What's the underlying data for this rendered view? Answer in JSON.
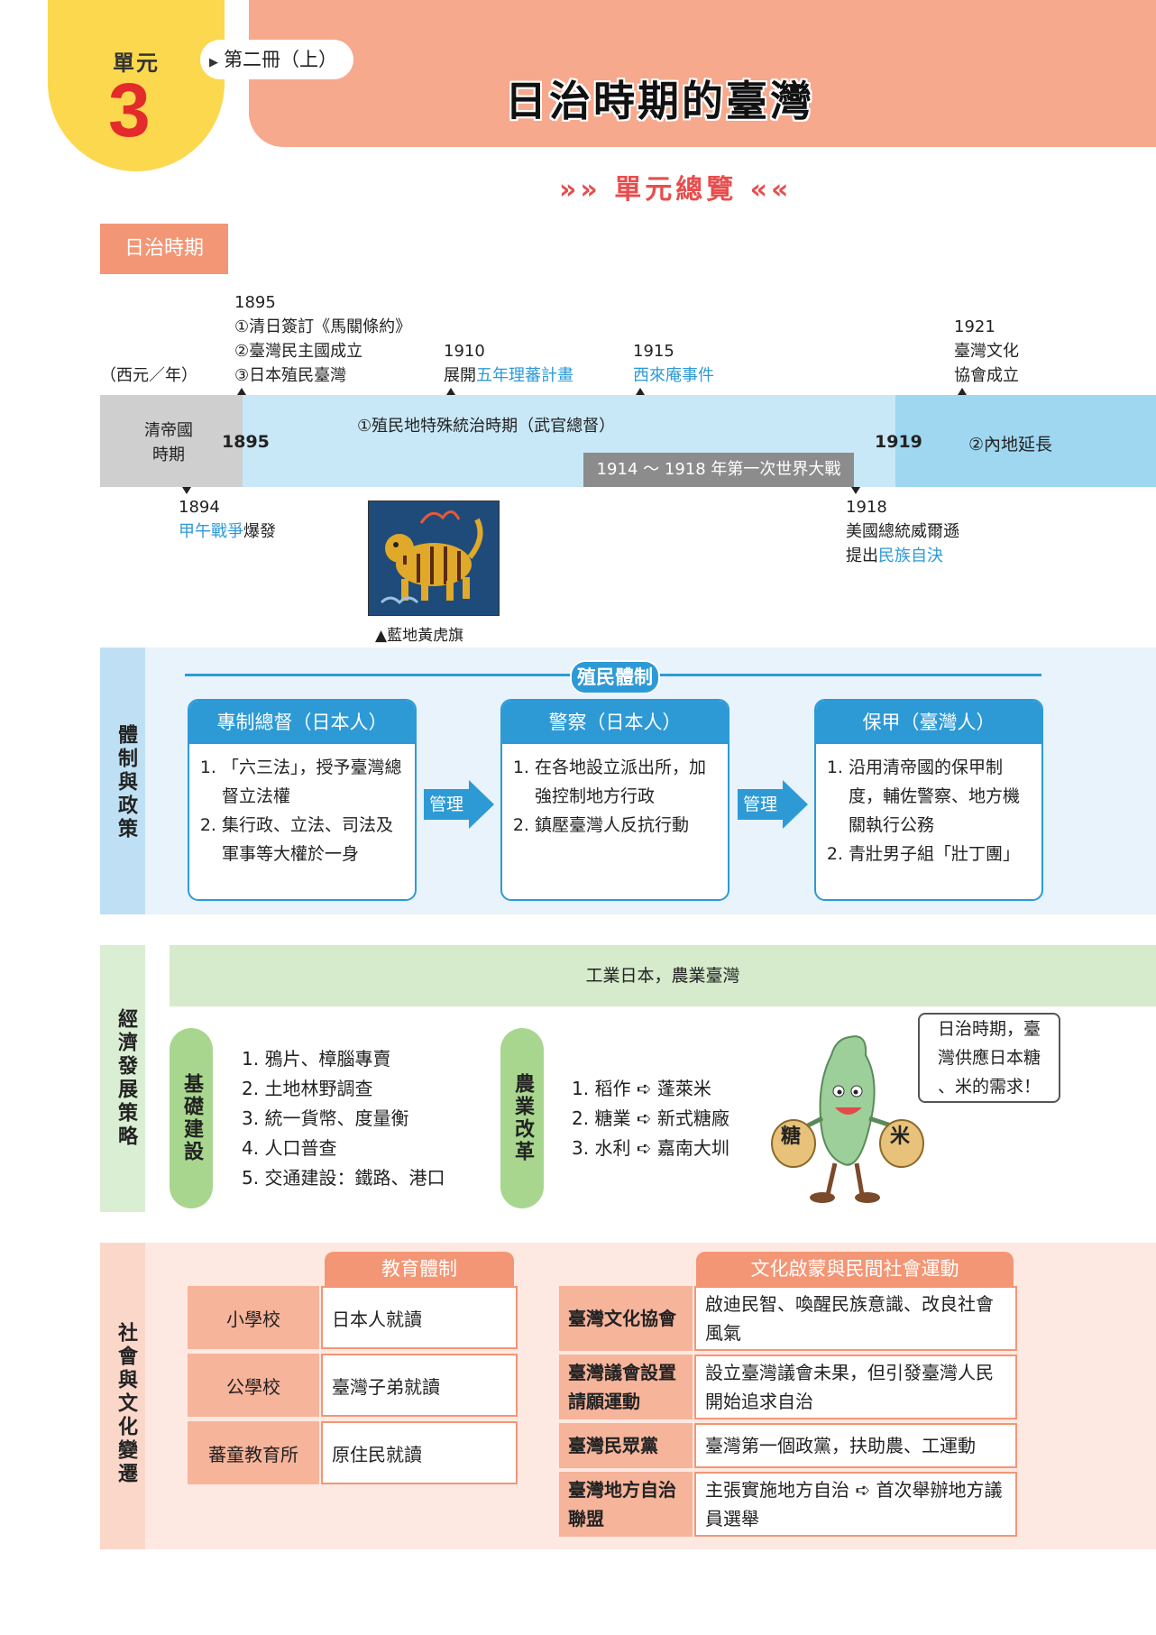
{
  "header": {
    "unit_word": "單元",
    "unit_number": "3",
    "volume": "第二冊（上）",
    "title": "日治時期的臺灣",
    "overview": "單元總覽",
    "overview_prefix": "»»",
    "overview_suffix": "««"
  },
  "timeline": {
    "era_tag": "日治時期",
    "axis_label": "（西元／年）",
    "events_above": [
      {
        "year": "1895",
        "lines": [
          "①清日簽訂《馬關條約》",
          "②臺灣民主國成立",
          "③日本殖民臺灣"
        ]
      },
      {
        "year": "1910",
        "text_plain": "展開",
        "text_blue": "五年理蕃計畫"
      },
      {
        "year": "1915",
        "text_blue": "西來庵事件"
      },
      {
        "year": "1921",
        "lines": [
          "臺灣文化",
          "協會成立"
        ]
      }
    ],
    "bar": {
      "qing_label_1": "清帝國",
      "qing_label_2": "時期",
      "start_year": "1895",
      "period1": "①殖民地特殊統治時期（武官總督）",
      "end_year": "1919",
      "period2": "②內地延長",
      "wwi": "1914 ～ 1918 年第一次世界大戰"
    },
    "events_below": [
      {
        "year": "1894",
        "text_blue": "甲午戰爭",
        "text_plain": "爆發"
      },
      {
        "year": "1918",
        "line1": "美國總統威爾遜",
        "line2_plain": "提出",
        "line2_blue": "民族自決"
      }
    ],
    "flag_caption": "▲藍地黃虎旗"
  },
  "system": {
    "side_label": "體制與政策",
    "heading": "殖民體制",
    "arrow_label": "管理",
    "boxes": [
      {
        "title": "專制總督（日本人）",
        "items": [
          "「六三法」，授予臺灣總督立法權",
          "集行政、立法、司法及軍事等大權於一身"
        ]
      },
      {
        "title": "警察（日本人）",
        "items": [
          "在各地設立派出所，加強控制地方行政",
          "鎮壓臺灣人反抗行動"
        ]
      },
      {
        "title": "保甲（臺灣人）",
        "items": [
          "沿用清帝國的保甲制度，輔佐警察、地方機關執行公務",
          "青壯男子組「壯丁團」"
        ]
      }
    ]
  },
  "economy": {
    "side_label": "經濟發展策略",
    "band": "工業日本，農業臺灣",
    "infra_label": "基礎建設",
    "infra_items": [
      "1. 鴉片、樟腦專賣",
      "2. 土地林野調查",
      "3. 統一貨幣、度量衡",
      "4. 人口普查",
      "5. 交通建設：鐵路、港口"
    ],
    "agri_label": "農業改革",
    "agri_items": [
      "1. 稻作 ➪ 蓬萊米",
      "2. 糖業 ➪ 新式糖廠",
      "3. 水利 ➪ 嘉南大圳"
    ],
    "bubble": [
      "日治時期，臺",
      "灣供應日本糖",
      "、米的需求！"
    ],
    "bag_sugar": "糖",
    "bag_rice": "米"
  },
  "society": {
    "side_label": "社會與文化變遷",
    "edu_heading": "教育體制",
    "edu_rows": [
      {
        "school": "小學校",
        "desc": "日本人就讀"
      },
      {
        "school": "公學校",
        "desc": "臺灣子弟就讀"
      },
      {
        "school": "蕃童教育所",
        "desc": "原住民就讀"
      }
    ],
    "culture_heading": "文化啟蒙與民間社會運動",
    "culture_rows": [
      {
        "name": "臺灣文化協會",
        "desc": "啟迪民智、喚醒民族意識、改良社會風氣"
      },
      {
        "name": "臺灣議會設置請願運動",
        "desc": "設立臺灣議會未果，但引發臺灣人民開始追求自治"
      },
      {
        "name": "臺灣民眾黨",
        "desc": "臺灣第一個政黨，扶助農、工運動"
      },
      {
        "name": "臺灣地方自治聯盟",
        "desc": "主張實施地方自治 ➪ 首次舉辦地方議員選舉"
      }
    ]
  }
}
